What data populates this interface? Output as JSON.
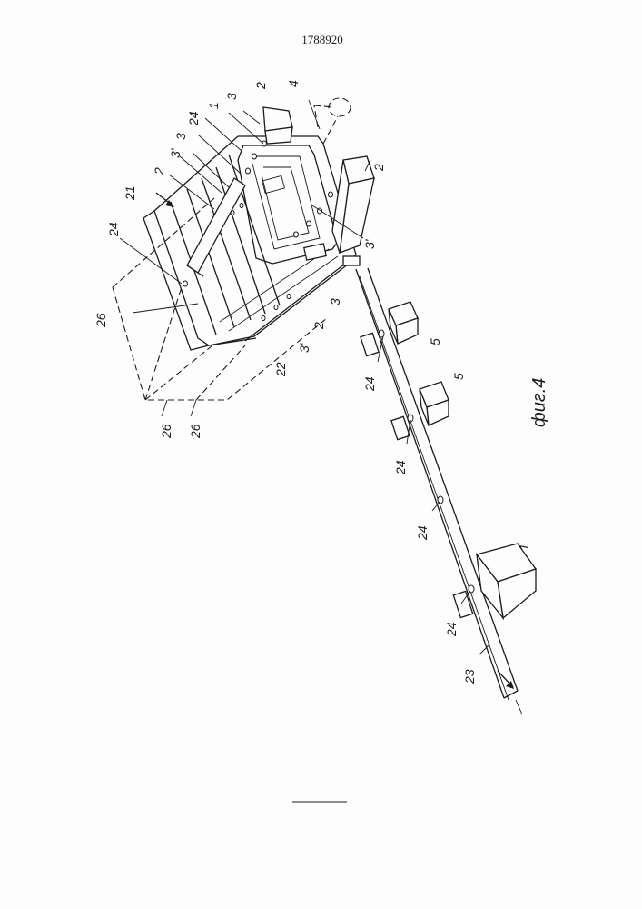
{
  "document": {
    "patent_number": "1788920",
    "figure_caption": "фиг.4"
  },
  "labels": {
    "l1a": "1",
    "l1b": "1",
    "l2a": "2",
    "l2b": "2",
    "l2c": "2",
    "l2d": "2",
    "l3a": "3",
    "l3b": "3",
    "l3c": "3",
    "l3pa": "3'",
    "l3pb": "3'",
    "l3pc": "3'",
    "l4": "4",
    "l5a": "5",
    "l5b": "5",
    "l21": "21",
    "l22": "22",
    "l23": "23",
    "l24a": "24",
    "l24b": "24",
    "l24c": "24",
    "l24d": "24",
    "l24e": "24",
    "l24f": "24",
    "l26a": "26",
    "l26b": "26",
    "l26c": "26"
  }
}
